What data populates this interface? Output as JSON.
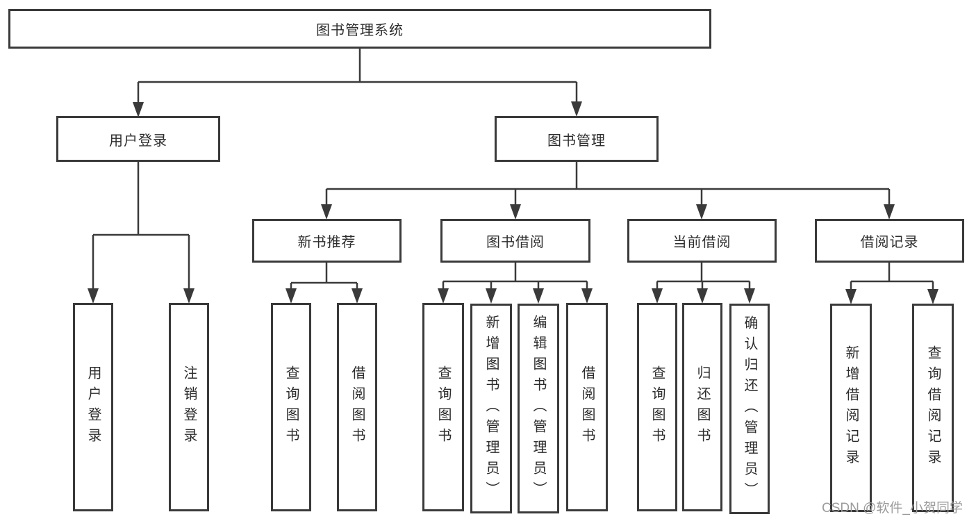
{
  "diagram": {
    "title_node": {
      "label": "图书管理系统"
    },
    "level2": [
      {
        "label": "用户登录"
      },
      {
        "label": "图书管理"
      }
    ],
    "level3": [
      {
        "label": "新书推荐"
      },
      {
        "label": "图书借阅"
      },
      {
        "label": "当前借阅"
      },
      {
        "label": "借阅记录"
      }
    ],
    "leaves": {
      "user_login": [
        {
          "label": "用户登录"
        },
        {
          "label": "注销登录"
        }
      ],
      "new_book_recommend": [
        {
          "label": "查询图书"
        },
        {
          "label": "借阅图书"
        }
      ],
      "book_borrow": [
        {
          "label": "查询图书"
        },
        {
          "label": "新增图书（管理员）"
        },
        {
          "label": "编辑图书（管理员）"
        },
        {
          "label": "借阅图书"
        }
      ],
      "current_borrow": [
        {
          "label": "查询图书"
        },
        {
          "label": "归还图书"
        },
        {
          "label": "确认归还（管理员）"
        }
      ],
      "borrow_record": [
        {
          "label": "新增借阅记录"
        },
        {
          "label": "查询借阅记录"
        }
      ]
    }
  },
  "watermark": {
    "text": "CSDN @软件_小贺同学",
    "color": "#9b9b9b"
  },
  "colors": {
    "line": "#3a3a3a",
    "box_border": "#3a3a3a",
    "box_fill": "#ffffff",
    "text": "#2d2d2d",
    "background": "#ffffff"
  }
}
